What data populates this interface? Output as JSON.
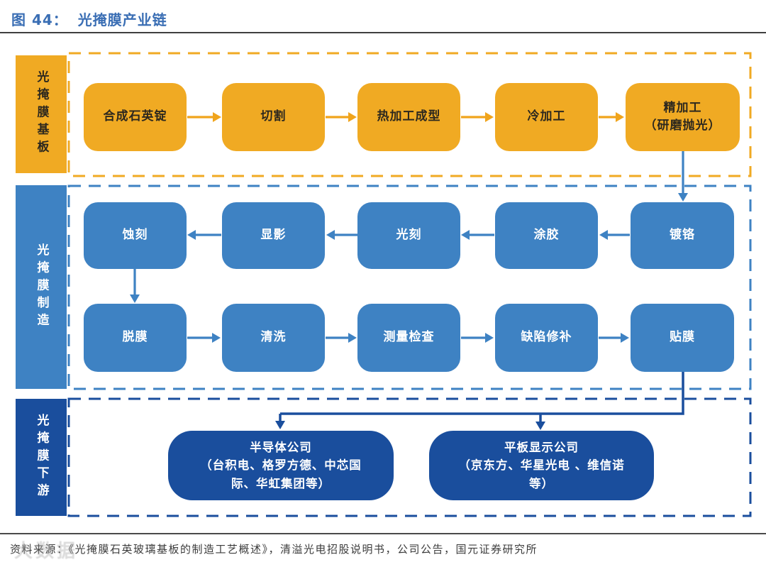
{
  "header": {
    "figure_label": "图 44：",
    "title": "光掩膜产业链"
  },
  "sections": {
    "substrate": {
      "label": "光掩膜基板",
      "steps": [
        "合成石英锭",
        "切割",
        "热加工成型",
        "冷加工",
        "精加工\n（研磨抛光）"
      ],
      "flow_direction": "left-to-right"
    },
    "manufacturing": {
      "label": "光掩膜制造",
      "upper_row_steps": [
        "蚀刻",
        "显影",
        "光刻",
        "涂胶",
        "镀铬"
      ],
      "upper_row_flow_direction": "right-to-left",
      "lower_row_steps": [
        "脱膜",
        "清洗",
        "测量检查",
        "缺陷修补",
        "贴膜"
      ],
      "lower_row_flow_direction": "left-to-right"
    },
    "downstream": {
      "label": "光掩膜下游",
      "companies": [
        "半导体公司\n（台积电、格罗方德、中芯国\n际、华虹集团等）",
        "平板显示公司\n（京东方、华星光电 、维信诺\n等）"
      ]
    }
  },
  "colors": {
    "substrate_amber": "#F0AA23",
    "manufacturing_blue": "#3E82C3",
    "downstream_navy": "#1A4E9D",
    "title_blue": "#3A6EB4"
  },
  "footer": {
    "source": "资料来源：《光掩膜石英玻璃基板的制造工艺概述》，清溢光电招股说明书，公司公告，国元证券研究所"
  },
  "watermark": "大数据"
}
